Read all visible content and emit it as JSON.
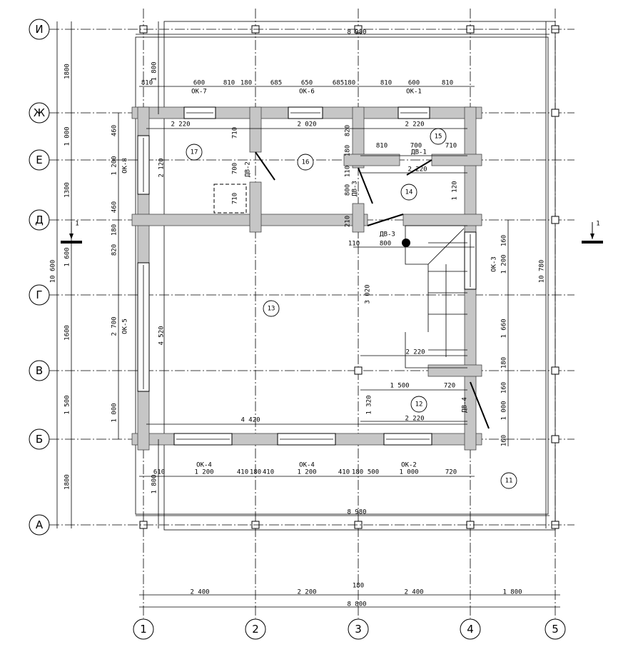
{
  "grid": {
    "columns": [
      "1",
      "2",
      "3",
      "4",
      "5"
    ],
    "rows": [
      "И",
      "Ж",
      "Е",
      "Д",
      "Г",
      "В",
      "Б",
      "А"
    ]
  },
  "rooms": [
    "17",
    "16",
    "15",
    "14",
    "13",
    "12",
    "11"
  ],
  "openings": [
    "ОК-7",
    "ОК-6",
    "ОК-1",
    "ОК-8",
    "ОК-5",
    "ОК-3",
    "ОК-4",
    "ОК-4",
    "ОК-2",
    "ДВ-2",
    "ДВ-1",
    "ДВ-3",
    "ДВ-3",
    "ДВ-4"
  ],
  "dimensions": {
    "top_chain": [
      "810",
      "600",
      "810",
      "180",
      "685",
      "650",
      "685",
      "180",
      "810",
      "600",
      "810"
    ],
    "interior": [
      "2 220",
      "2 020",
      "2 220",
      "810",
      "700",
      "710",
      "2 220",
      "710",
      "700",
      "710",
      "2 120",
      "820",
      "180",
      "110",
      "800",
      "210",
      "1 120",
      "110",
      "800",
      "3 020",
      "2 220",
      "1 500",
      "720",
      "1 320",
      "2 220",
      "4 420",
      "4 520"
    ],
    "right_chain": [
      "160",
      "1 200",
      "1 660",
      "180",
      "160",
      "1 000",
      "160"
    ],
    "left_chain": [
      "460",
      "1 200",
      "460",
      "180",
      "820",
      "2 700",
      "1 000"
    ],
    "bottom_chain": [
      "610",
      "1 200",
      "410",
      "180",
      "410",
      "1 200",
      "410",
      "180",
      "500",
      "1 000",
      "720"
    ],
    "outer_left": [
      "1800",
      "1 000",
      "1300",
      "1 600",
      "1600",
      "1 500",
      "1800"
    ],
    "overall": [
      "10 600",
      "1 800",
      "1 800",
      "8 980",
      "8 980",
      "10 780",
      "2 400",
      "2 200",
      "2 400",
      "1 800",
      "180",
      "8 800"
    ]
  },
  "section_marks": [
    "1",
    "1"
  ]
}
